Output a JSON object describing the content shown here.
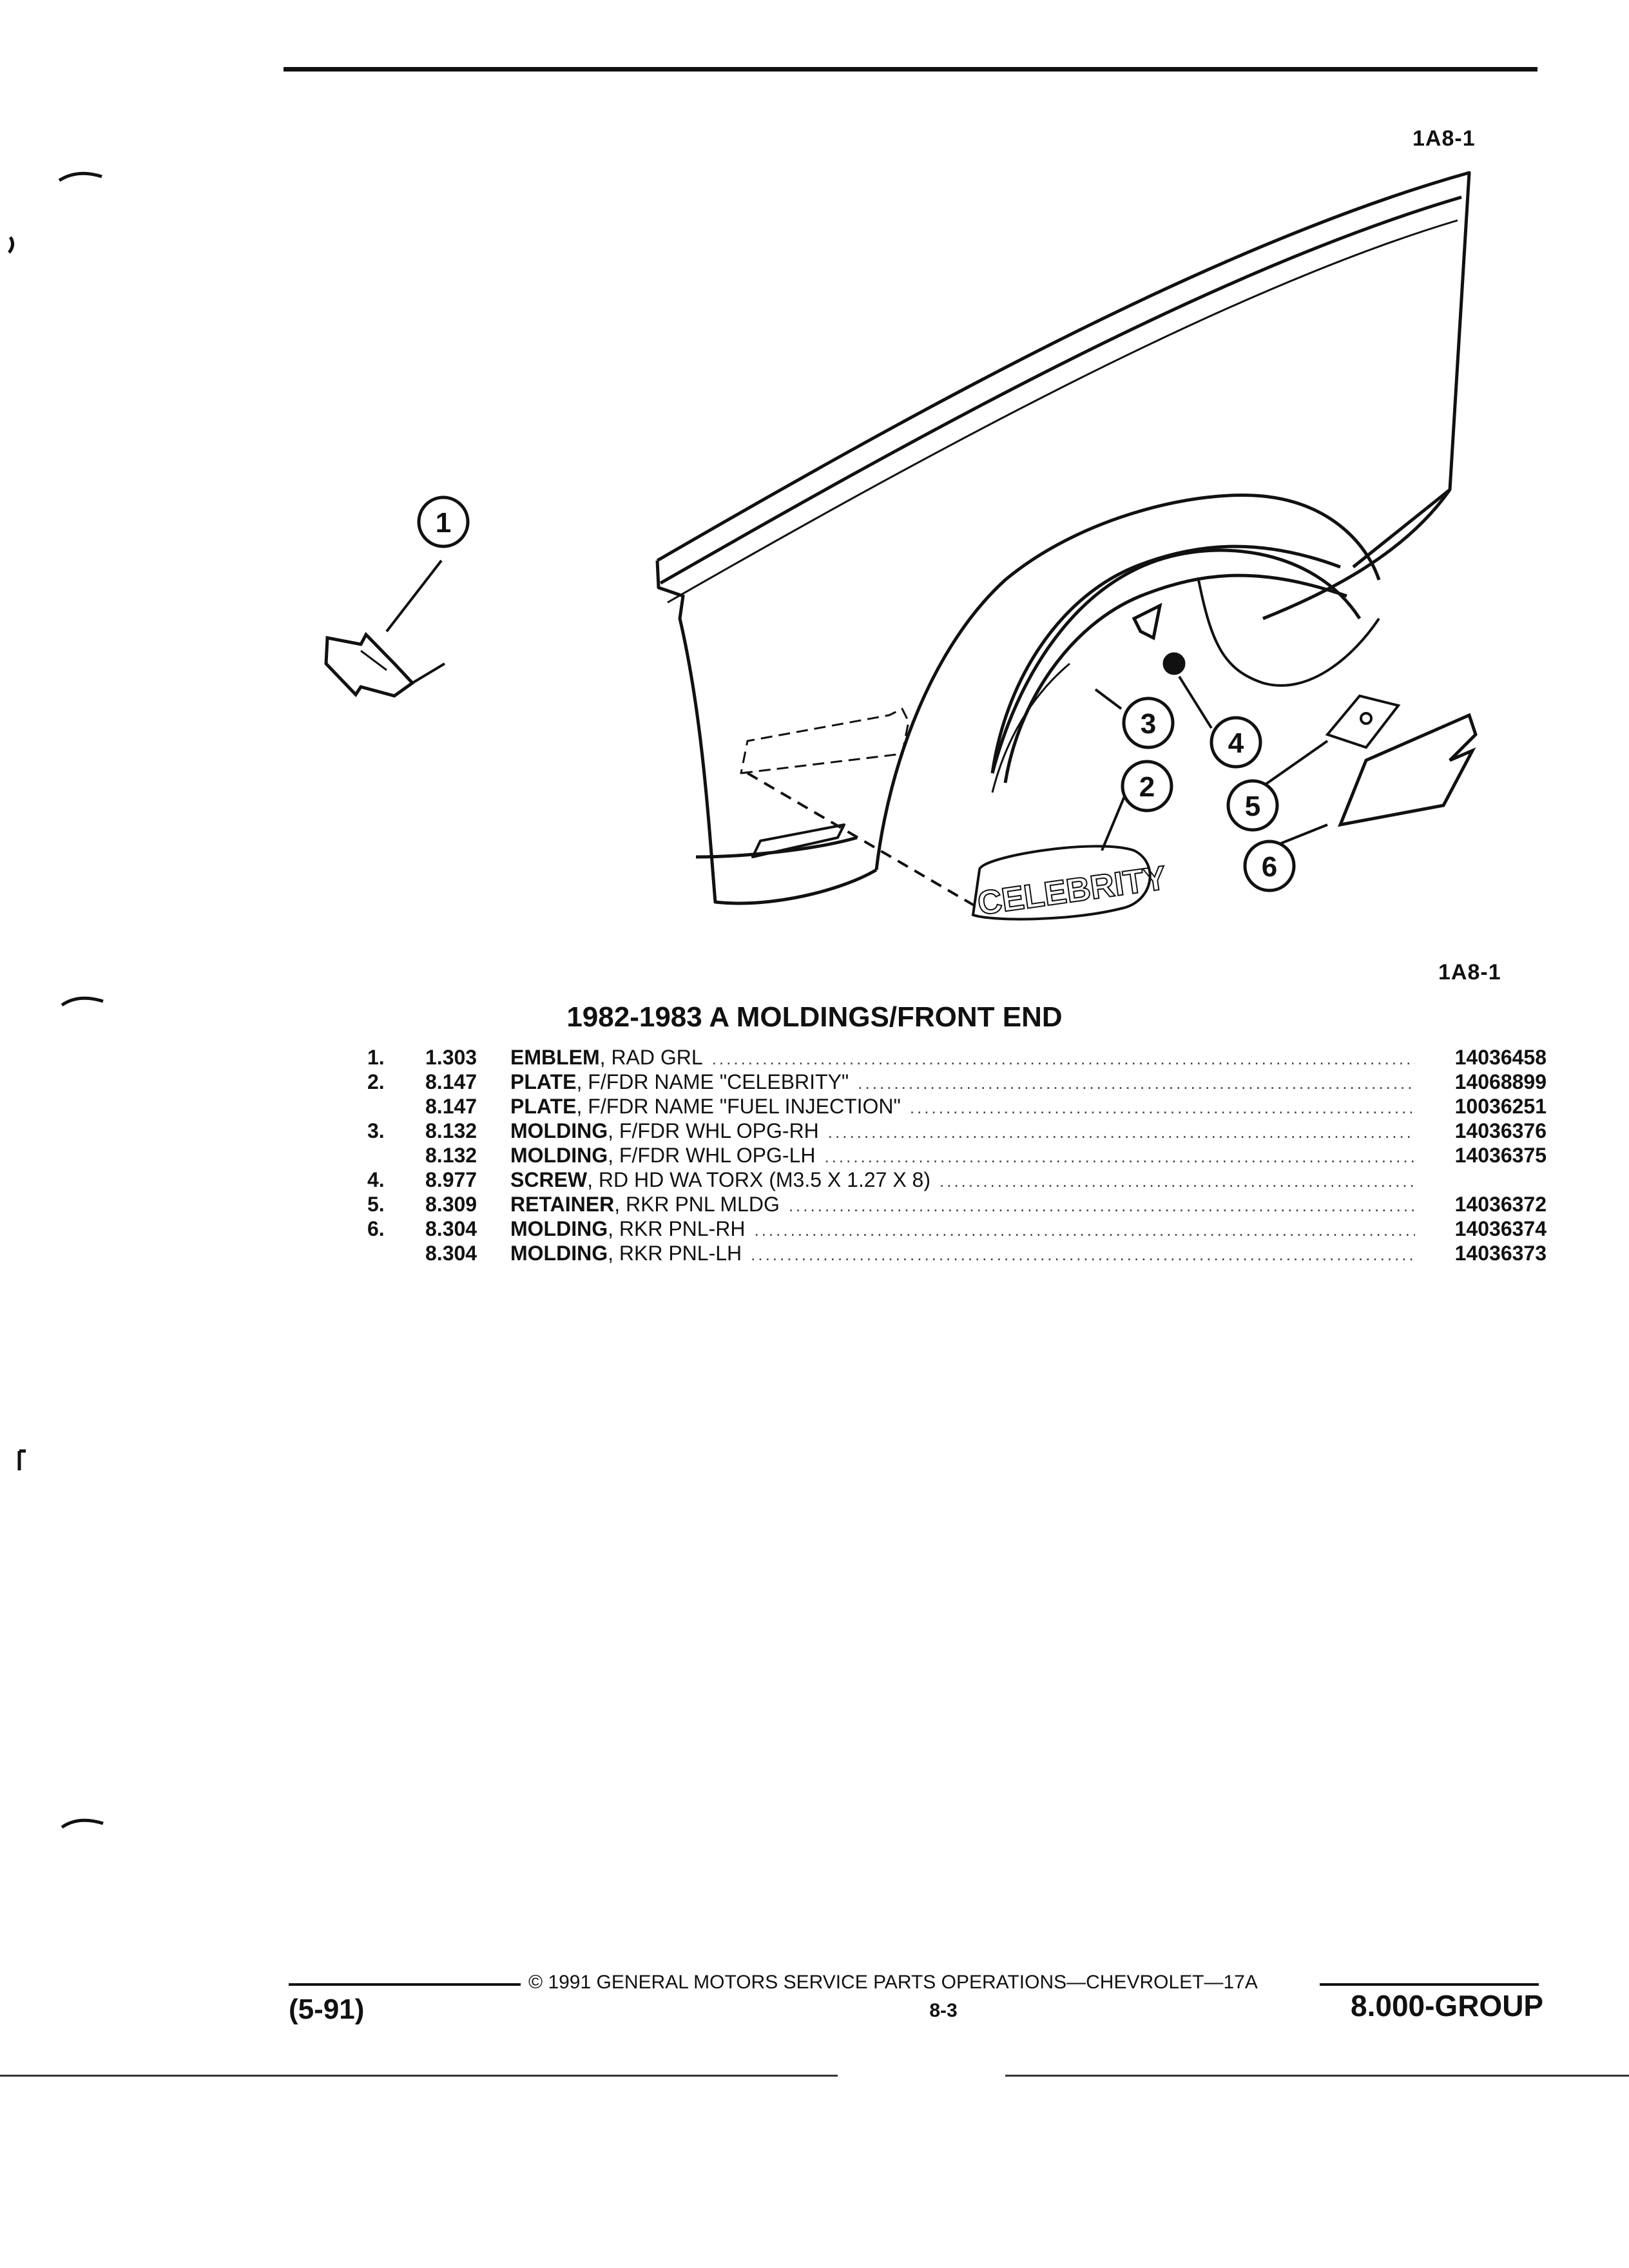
{
  "header": {
    "figure_code_top": "1A8-1"
  },
  "illustration": {
    "figure_code_bottom": "1A8-1",
    "callouts": [
      "1",
      "2",
      "3",
      "4",
      "5",
      "6"
    ],
    "nameplate_text": "CELEBRITY"
  },
  "section": {
    "title": "1982-1983 A MOLDINGS/FRONT END"
  },
  "parts": [
    {
      "index": "1.",
      "code": "1.303",
      "name": "EMBLEM",
      "desc": ", RAD GRL",
      "part_no": "14036458"
    },
    {
      "index": "2.",
      "code": "8.147",
      "name": "PLATE",
      "desc": ", F/FDR NAME \"CELEBRITY\"",
      "part_no": "14068899"
    },
    {
      "index": "",
      "code": "8.147",
      "name": "PLATE",
      "desc": ", F/FDR NAME \"FUEL INJECTION\"",
      "part_no": "10036251"
    },
    {
      "index": "3.",
      "code": "8.132",
      "name": "MOLDING",
      "desc": ", F/FDR WHL OPG-RH",
      "part_no": "14036376"
    },
    {
      "index": "",
      "code": "8.132",
      "name": "MOLDING",
      "desc": ", F/FDR WHL OPG-LH",
      "part_no": "14036375"
    },
    {
      "index": "4.",
      "code": "8.977",
      "name": "SCREW",
      "desc": ", RD HD WA TORX (M3.5 X 1.27 X 8)",
      "part_no": ""
    },
    {
      "index": "5.",
      "code": "8.309",
      "name": "RETAINER",
      "desc": ", RKR PNL MLDG",
      "part_no": "14036372"
    },
    {
      "index": "6.",
      "code": "8.304",
      "name": "MOLDING",
      "desc": ", RKR PNL-RH",
      "part_no": "14036374"
    },
    {
      "index": "",
      "code": "8.304",
      "name": "MOLDING",
      "desc": ", RKR PNL-LH",
      "part_no": "14036373"
    }
  ],
  "footer": {
    "copyright": "© 1991 GENERAL MOTORS SERVICE PARTS OPERATIONS—CHEVROLET—17A",
    "page": "8-3",
    "date": "(5-91)",
    "group": "8.000-GROUP"
  }
}
